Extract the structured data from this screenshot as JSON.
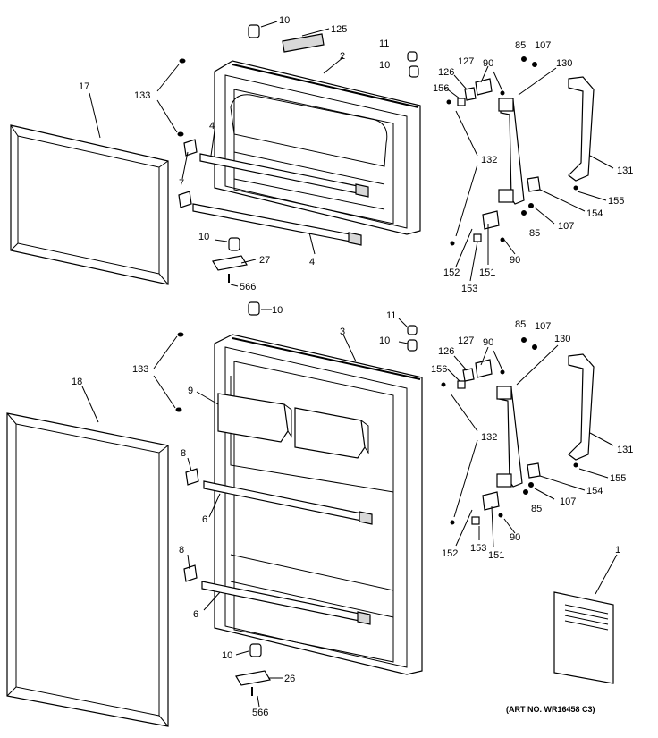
{
  "diagram": {
    "art_number": "(ART NO. WR16458 C3)",
    "labels": {
      "t10a": "10",
      "t125": "125",
      "t11a": "11",
      "t10b": "10",
      "t2": "2",
      "t17": "17",
      "t133a": "133",
      "t4a": "4",
      "t7": "7",
      "t4b": "4",
      "t10c": "10",
      "t27": "27",
      "t566a": "566",
      "t85a": "85",
      "t107a": "107",
      "t127a": "127",
      "t90a": "90",
      "t130a": "130",
      "t126a": "126",
      "t156a": "156",
      "t131a": "131",
      "t132a": "132",
      "t155a": "155",
      "t154a": "154",
      "t107b": "107",
      "t85b": "85",
      "t152a": "152",
      "t151a": "151",
      "t90b": "90",
      "t153a": "153",
      "t10d": "10",
      "t11b": "11",
      "t10e": "10",
      "t3": "3",
      "t18": "18",
      "t133b": "133",
      "t9": "9",
      "t8a": "8",
      "t6a": "6",
      "t8b": "8",
      "t6b": "6",
      "t10f": "10",
      "t26": "26",
      "t566b": "566",
      "t85c": "85",
      "t107c": "107",
      "t127b": "127",
      "t90c": "90",
      "t130b": "130",
      "t126b": "126",
      "t156b": "156",
      "t131b": "131",
      "t132b": "132",
      "t155b": "155",
      "t154b": "154",
      "t107d": "107",
      "t85d": "85",
      "t152b": "152",
      "t153b": "153",
      "t151b": "151",
      "t90d": "90",
      "t1": "1"
    }
  }
}
